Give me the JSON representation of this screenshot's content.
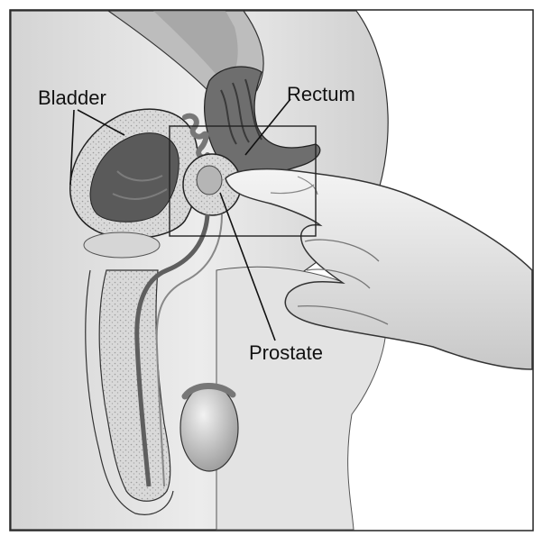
{
  "labels": {
    "bladder": "Bladder",
    "rectum": "Rectum",
    "prostate": "Prostate"
  },
  "colors": {
    "background": "#ffffff",
    "tissue_light": "#dcdcdc",
    "tissue_mid": "#b9b9b9",
    "tissue_dark": "#6f6f6f",
    "outline": "#222222",
    "glove": "#e9e9e9"
  }
}
